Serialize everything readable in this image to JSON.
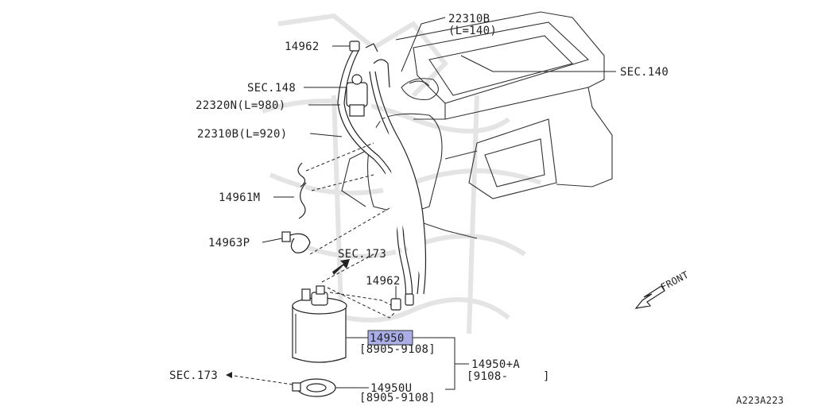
{
  "callouts": {
    "c14962_top": "14962",
    "c22310b_top": "22310B",
    "c22310b_top_len": "(L=140)",
    "sec148": "SEC.148",
    "c22320n": "22320N(L=980)",
    "c22310b_mid": "22310B(L=920)",
    "sec140": "SEC.140",
    "c14961m": "14961M",
    "c14963p": "14963P",
    "sec173_up": "SEC.173",
    "c14962_low": "14962",
    "c14950": "14950",
    "c14950_range": "[8905-9108]",
    "c14950a": "14950+A",
    "c14950a_range": "[9108-     ]",
    "sec173_low": "SEC.173",
    "c14950u": "14950U",
    "c14950u_range": "[8905-9108]",
    "front": "FRONT",
    "diagram_id": "A223A223"
  },
  "colors": {
    "highlight": "#a9aee6",
    "line": "#222222"
  }
}
